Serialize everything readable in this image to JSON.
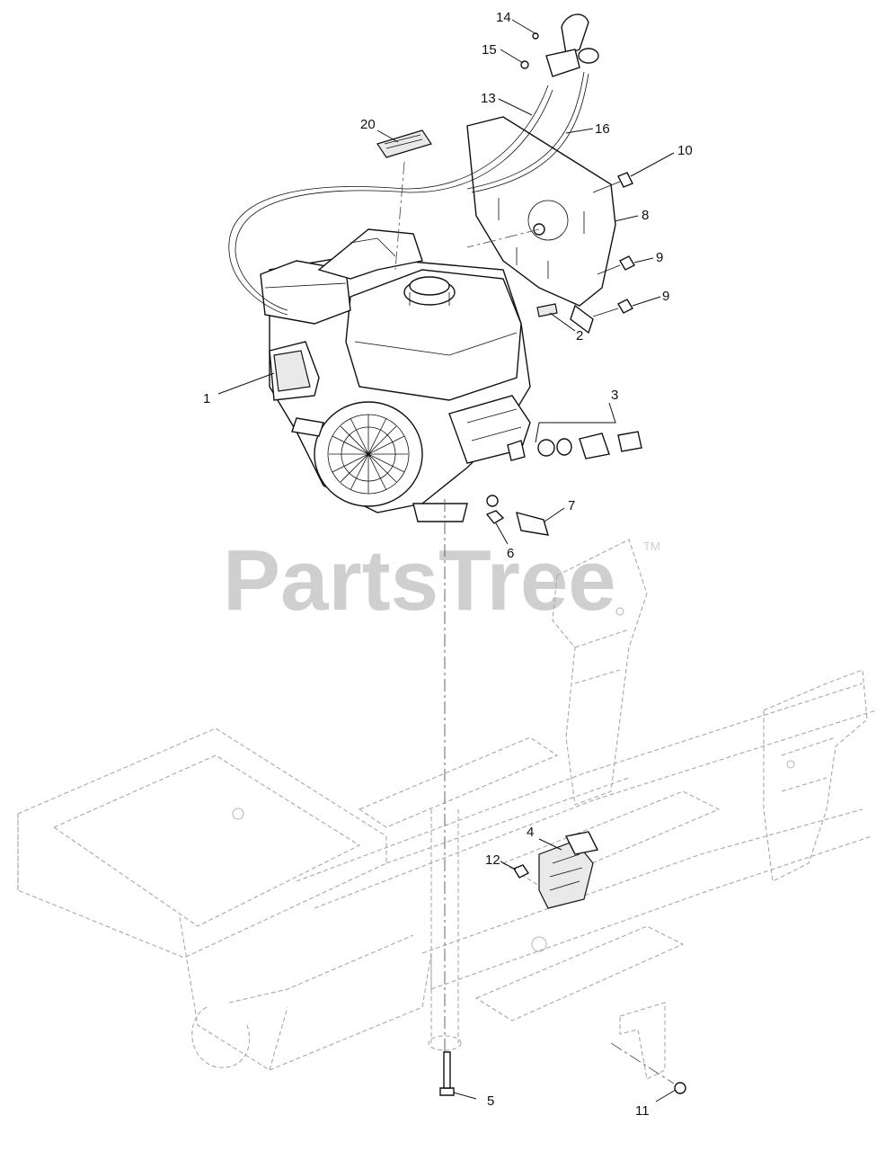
{
  "watermark": {
    "text": "PartsTree",
    "trademark": "TM"
  },
  "callouts": {
    "c1": "1",
    "c2": "2",
    "c3": "3",
    "c4": "4",
    "c5": "5",
    "c6": "6",
    "c7": "7",
    "c8": "8",
    "c9a": "9",
    "c9b": "9",
    "c10": "10",
    "c11": "11",
    "c12": "12",
    "c13": "13",
    "c14": "14",
    "c15": "15",
    "c16": "16",
    "c20": "20"
  }
}
